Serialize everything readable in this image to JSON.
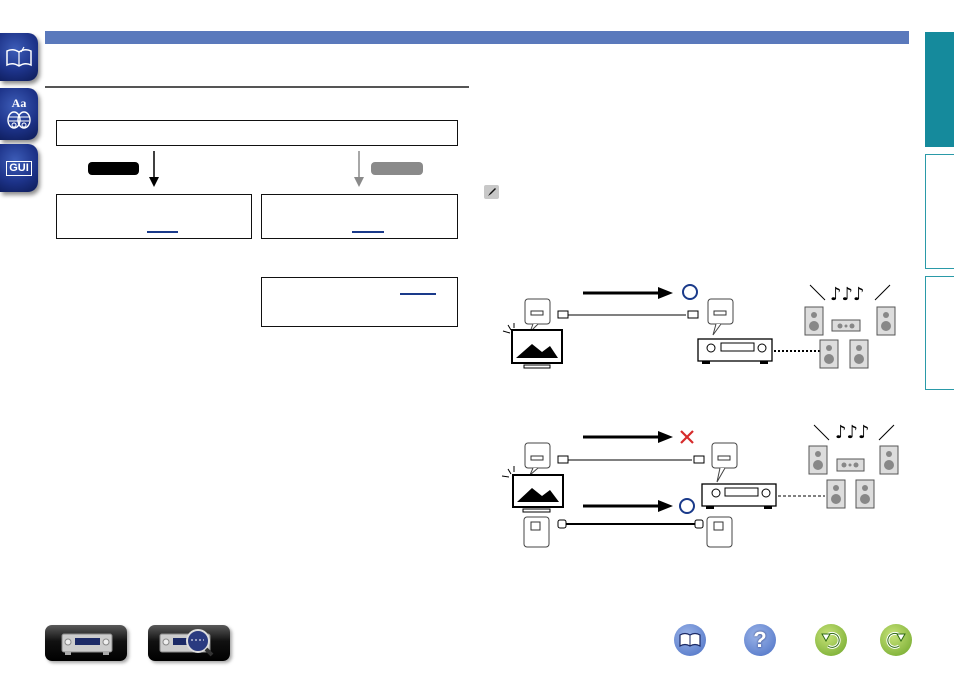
{
  "colors": {
    "top_bar": "#5a79bc",
    "side_tab_active": "#158a9c",
    "side_tab_border": "#2a9aa8",
    "link": "#1a3a8a",
    "ok_mark": "#1a3a8a",
    "ng_mark": "#d62b2b",
    "pill_dark": "#000000",
    "pill_gray": "#8a8a8a"
  },
  "left_nav": [
    {
      "name": "contents",
      "icon": "book-icon"
    },
    {
      "name": "index",
      "icon": "glossary-icon",
      "label": "Aa"
    },
    {
      "name": "gui",
      "icon": "gui-icon",
      "label": "GUI"
    }
  ],
  "right_tabs": [
    {
      "name": "tab-1",
      "active": true
    },
    {
      "name": "tab-2",
      "active": false
    },
    {
      "name": "tab-3",
      "active": false
    }
  ],
  "flow": {
    "top_box": "",
    "left_pill": "",
    "right_pill": "",
    "left_box": "",
    "right_box": "",
    "right_box_2": ""
  },
  "note_icon": "pencil-icon",
  "diagram1": {
    "result": "ok",
    "result_symbol": "○",
    "notes": "♪♪♪"
  },
  "diagram2": {
    "hdmi_result": "ng",
    "hdmi_symbol": "✕",
    "optical_result": "ok",
    "optical_symbol": "○",
    "notes": "♪♪♪"
  },
  "bottom_nav": [
    {
      "name": "front-panel",
      "icon": "receiver-front-icon"
    },
    {
      "name": "display",
      "icon": "receiver-display-zoom-icon"
    }
  ],
  "bottom_right_nav": [
    {
      "name": "book",
      "icon": "book-icon"
    },
    {
      "name": "help",
      "icon": "question-icon",
      "label": "?"
    },
    {
      "name": "back",
      "icon": "back-arrow-icon"
    },
    {
      "name": "forward",
      "icon": "forward-arrow-icon"
    }
  ]
}
